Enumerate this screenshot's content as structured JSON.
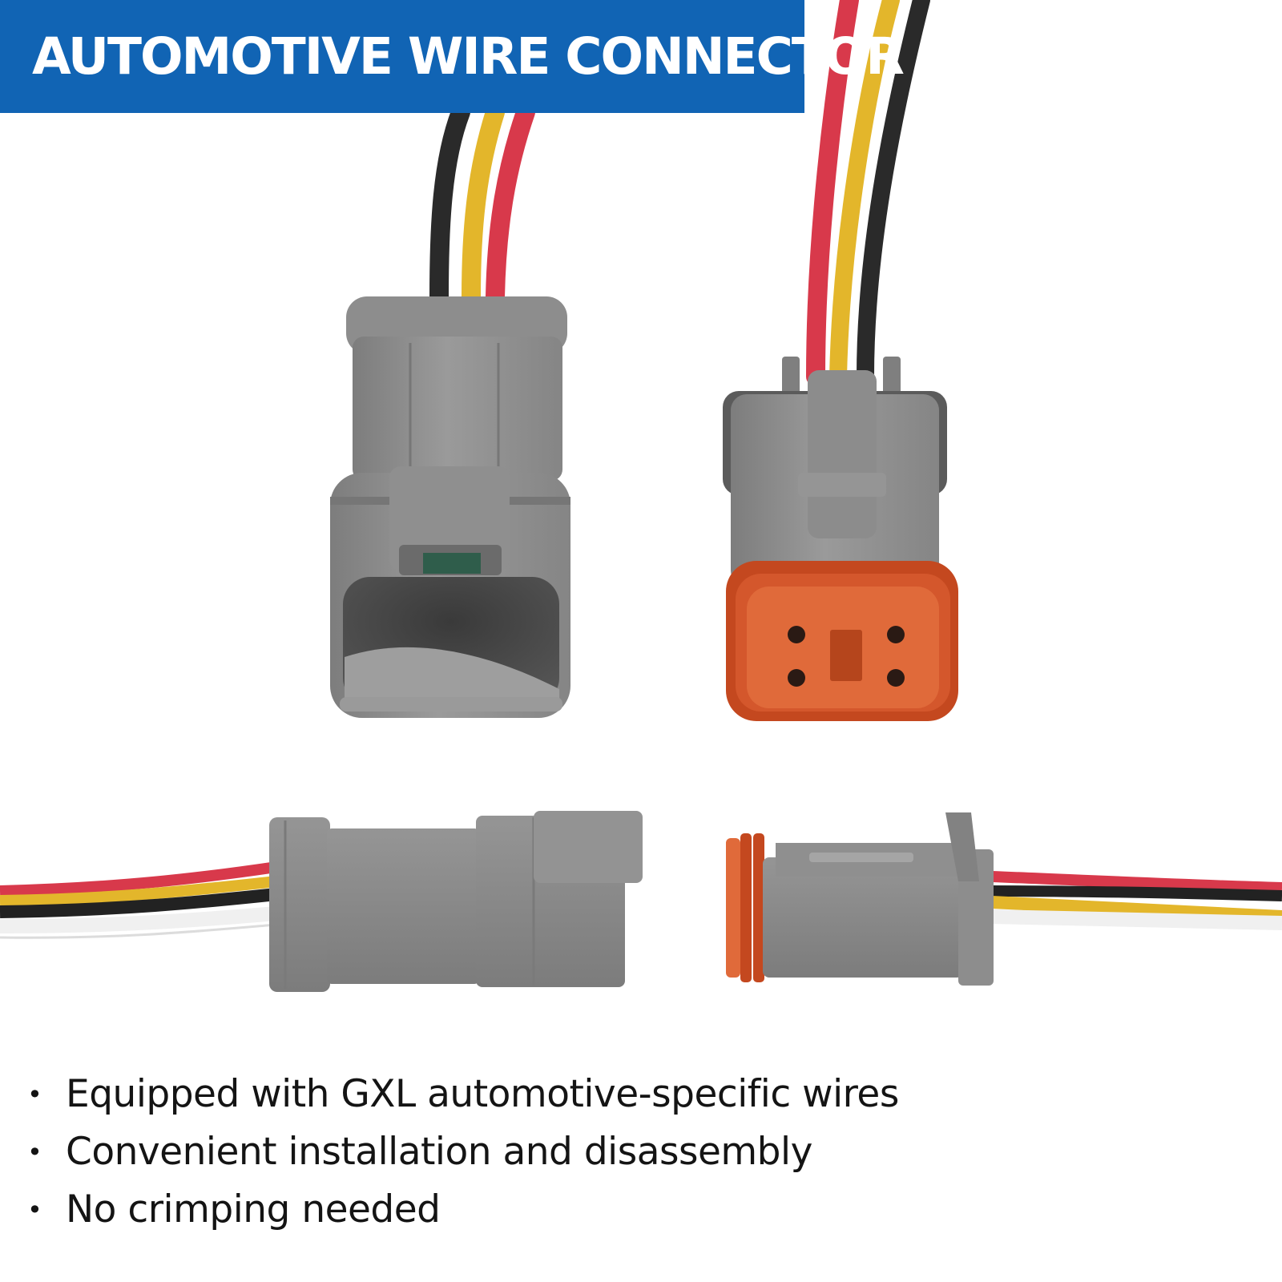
{
  "banner": {
    "title": "AUTOMOTIVE WIRE CONNECTOR",
    "background_color": "#1164b4",
    "text_color": "#ffffff"
  },
  "photo": {
    "subject": "grey 4-pin automotive wire connector pair with red, yellow, black and white wires",
    "colors": {
      "housing": "#8a8a8a",
      "seal": "#d4572c",
      "wire_red": "#d8394b",
      "wire_yellow": "#e3b62b",
      "wire_black": "#2a2a2a",
      "wire_white": "#f2f2f2"
    }
  },
  "features": [
    {
      "bullet": "•",
      "text": "Equipped with GXL automotive-specific wires"
    },
    {
      "bullet": "•",
      "text": "Convenient installation and disassembly"
    },
    {
      "bullet": "•",
      "text": "No crimping needed"
    }
  ]
}
